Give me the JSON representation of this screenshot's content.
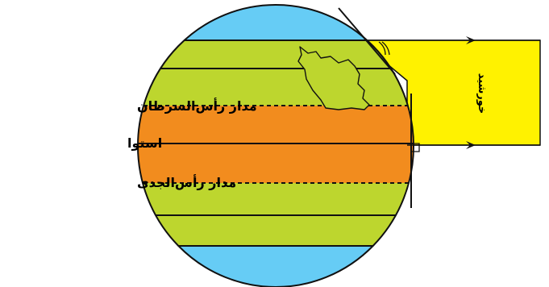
{
  "labels": {
    "tropic_cancer": "مدار رأس‌السرطان",
    "equator": "استوا",
    "tropic_capricorn": "مدار رأس‌الجدی",
    "sun": "خورشید"
  },
  "colors": {
    "polar": "#66CCF5",
    "temperate": "#BDD62E",
    "tropical": "#F28C1E",
    "sunlight": "#FFF200",
    "outline": "#111111"
  },
  "icons": [
    "iran-map-icon",
    "sun-ray-arrow-icon",
    "right-angle-mark-icon"
  ]
}
